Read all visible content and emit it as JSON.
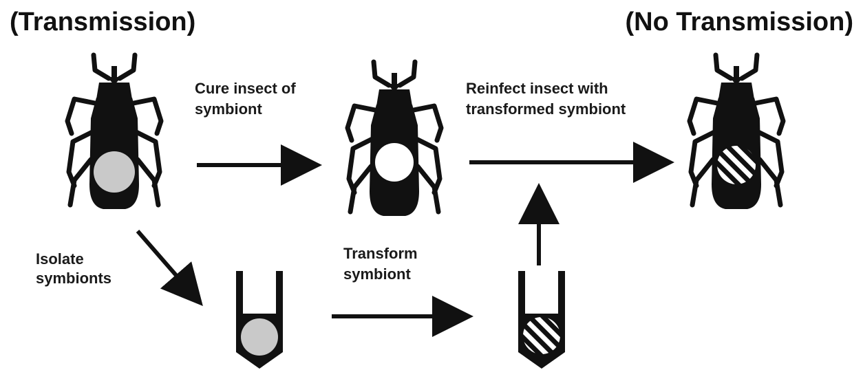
{
  "headings": {
    "left": "(Transmission)",
    "right": "(No Transmission)"
  },
  "steps": {
    "cure": [
      "Cure insect of",
      "symbiont"
    ],
    "reinfect": [
      "Reinfect insect with",
      "transformed symbiont"
    ],
    "isolate": [
      "Isolate",
      "symbionts"
    ],
    "transform": [
      "Transform",
      "symbiont"
    ]
  },
  "colors": {
    "ink": "#111111",
    "symbiont_gray": "#c9c9c9",
    "paper": "#ffffff"
  },
  "icons": {
    "insect": "bug-silhouette-icon",
    "tube": "test-tube-icon",
    "arrow": "arrow-right-icon"
  }
}
